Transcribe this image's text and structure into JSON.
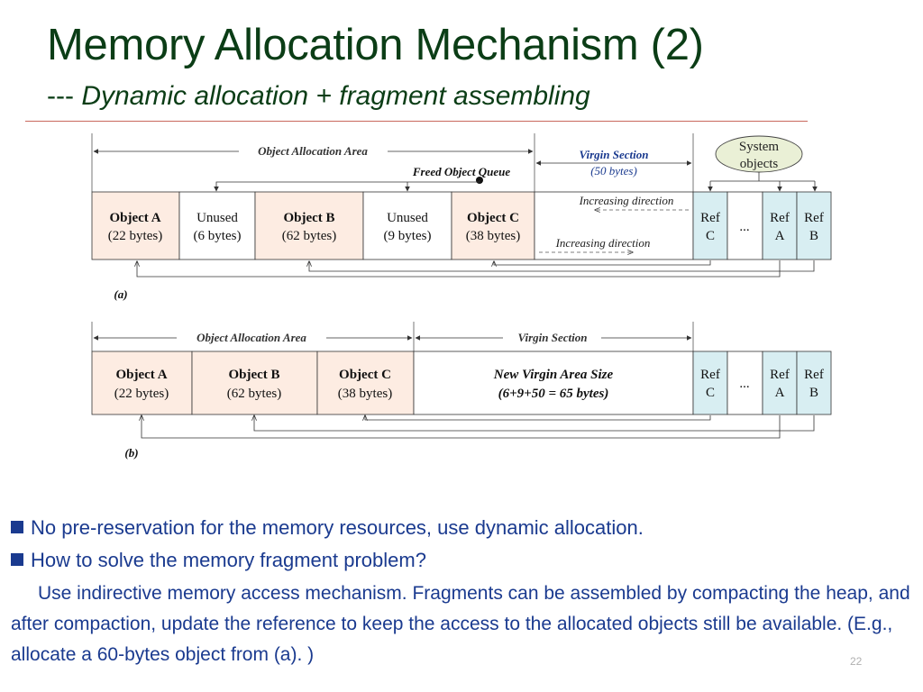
{
  "slide": {
    "title": "Memory Allocation Mechanism (2)",
    "subtitle_prefix": "--- ",
    "subtitle_emphasis": "Dynamic allocation + fragment assembling",
    "page_number": "22"
  },
  "diagram_a": {
    "caption": "(a)",
    "area_label": "Object Allocation Area",
    "virgin_label": "Virgin Section",
    "virgin_size": "(50 bytes)",
    "system_objects": "System objects",
    "system_objects_line1": "System",
    "system_objects_line2": "objects",
    "freed_queue_label": "Freed Object Queue",
    "direction_label_top": "Increasing direction",
    "direction_label_bottom": "Increasing direction",
    "cells": [
      {
        "name": "Object A",
        "size": "(22 bytes)"
      },
      {
        "name": "Unused",
        "size": "(6 bytes)"
      },
      {
        "name": "Object B",
        "size": "(62 bytes)"
      },
      {
        "name": "Unused",
        "size": "(9 bytes)"
      },
      {
        "name": "Object C",
        "size": "(38 bytes)"
      }
    ],
    "refs": [
      {
        "line1": "Ref",
        "line2": "C"
      },
      {
        "line1": "...",
        "line2": ""
      },
      {
        "line1": "Ref",
        "line2": "A"
      },
      {
        "line1": "Ref",
        "line2": "B"
      }
    ]
  },
  "diagram_b": {
    "caption": "(b)",
    "area_label": "Object Allocation Area",
    "virgin_label": "Virgin Section",
    "cells": [
      {
        "name": "Object A",
        "size": "(22 bytes)"
      },
      {
        "name": "Object B",
        "size": "(62 bytes)"
      },
      {
        "name": "Object C",
        "size": "(38 bytes)"
      }
    ],
    "virgin_cell_line1": "New Virgin Area Size",
    "virgin_cell_line2": "(6+9+50 = 65 bytes)",
    "refs": [
      {
        "line1": "Ref",
        "line2": "C"
      },
      {
        "line1": "...",
        "line2": ""
      },
      {
        "line1": "Ref",
        "line2": "A"
      },
      {
        "line1": "Ref",
        "line2": "B"
      }
    ]
  },
  "bullets": [
    "No pre-reservation for the memory resources, use dynamic allocation.",
    "How to solve the memory fragment problem?"
  ],
  "body_text": "Use indirective memory access mechanism. Fragments can be assembled by compacting the heap, and after compaction, update the reference to keep the access to the allocated objects still be available.  (E.g., allocate a 60-bytes object from (a). )",
  "colors": {
    "title_green": "#0b3d16",
    "text_blue": "#1a3a8f",
    "object_fill": "#fdece2",
    "ref_fill": "#d8eef2",
    "ellipse_fill": "#eaf0d6",
    "rule_red": "#c9695d"
  }
}
